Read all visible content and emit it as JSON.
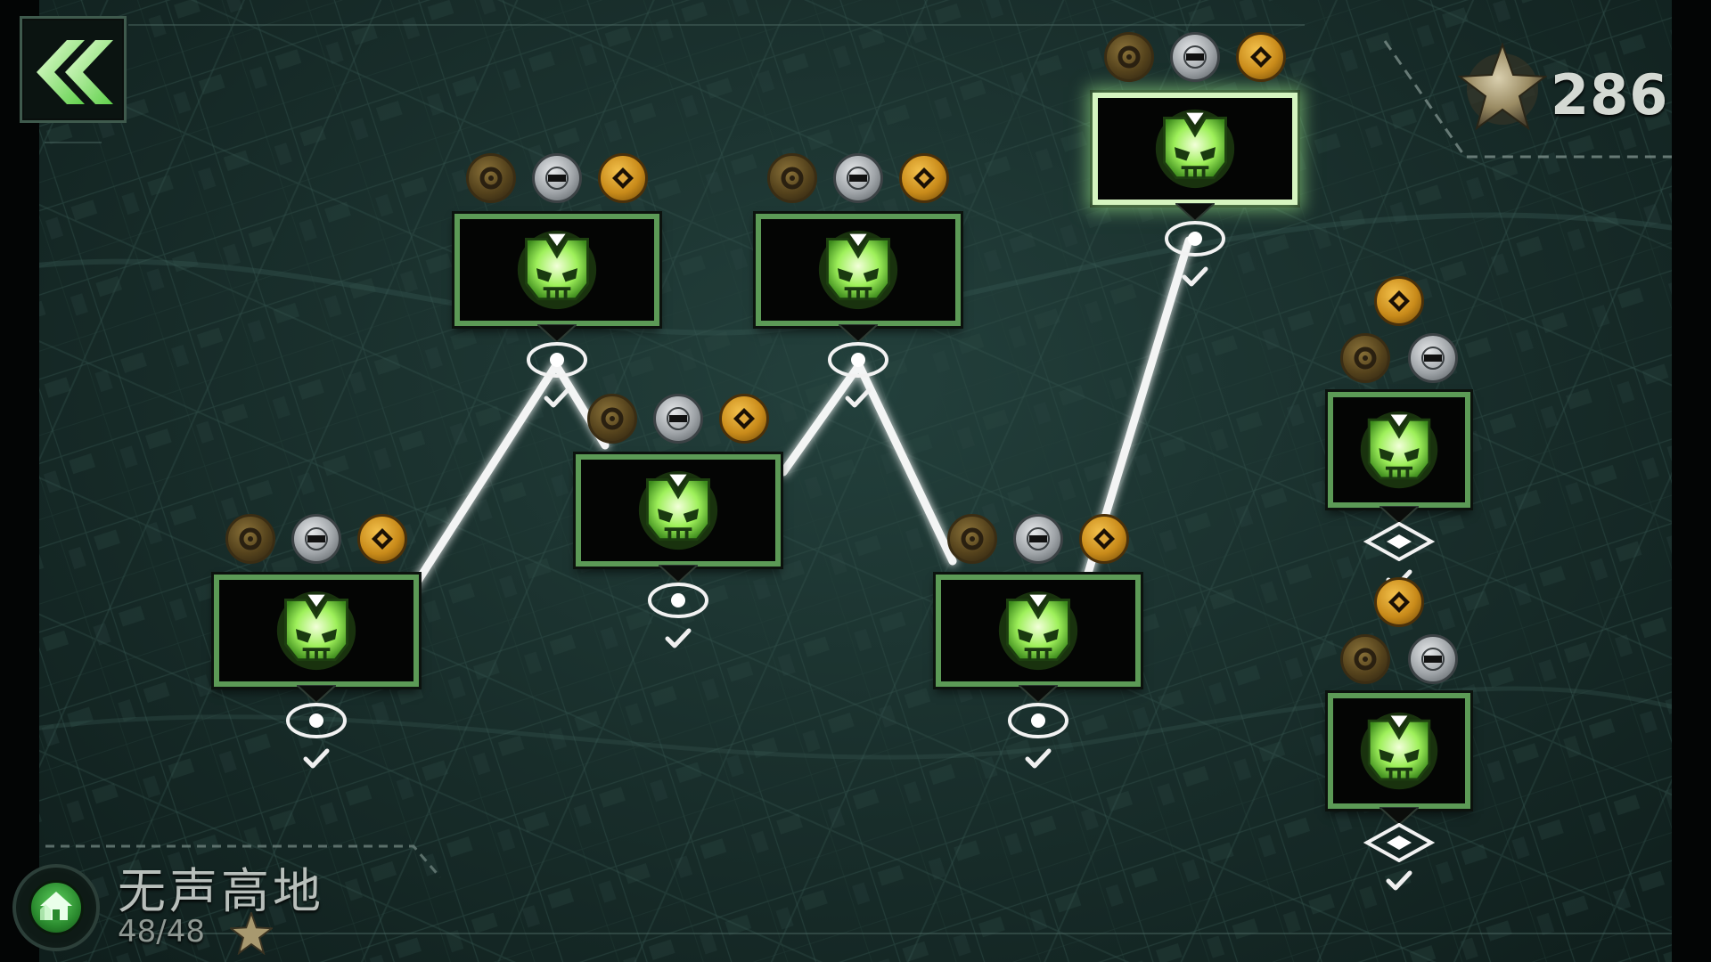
{
  "score": {
    "value": "286"
  },
  "region": {
    "title": "无声高地",
    "progress": "48/48"
  },
  "colors": {
    "accent_green": "#5c9a56",
    "active_border": "#d6f5c0",
    "path_line": "#ffffff",
    "emblem_green": "#9ef05a"
  },
  "icons": {
    "back": "double-chevron-left-icon",
    "score": "star-icon",
    "home": "home-icon",
    "emblem": "skull-emblem-icon",
    "complete": "checkmark-icon",
    "medals": [
      "bronze-medal-icon",
      "silver-medal-icon",
      "gold-medal-icon"
    ]
  },
  "nodes": [
    {
      "id": "stage-1",
      "status": "completed",
      "medals": [
        "bronze",
        "silver",
        "gold"
      ]
    },
    {
      "id": "stage-2",
      "status": "completed",
      "medals": [
        "bronze",
        "silver",
        "gold"
      ]
    },
    {
      "id": "stage-3",
      "status": "completed",
      "medals": [
        "bronze",
        "silver",
        "gold"
      ]
    },
    {
      "id": "stage-4",
      "status": "completed",
      "medals": [
        "bronze",
        "silver",
        "gold"
      ]
    },
    {
      "id": "stage-5",
      "status": "completed",
      "medals": [
        "bronze",
        "silver",
        "gold"
      ]
    },
    {
      "id": "stage-6",
      "status": "selected",
      "medals": [
        "bronze",
        "silver",
        "gold"
      ]
    },
    {
      "id": "side-stage-1",
      "status": "completed",
      "medals": [
        "bronze",
        "silver",
        "gold"
      ]
    },
    {
      "id": "side-stage-2",
      "status": "completed",
      "medals": [
        "bronze",
        "silver",
        "gold"
      ]
    }
  ]
}
